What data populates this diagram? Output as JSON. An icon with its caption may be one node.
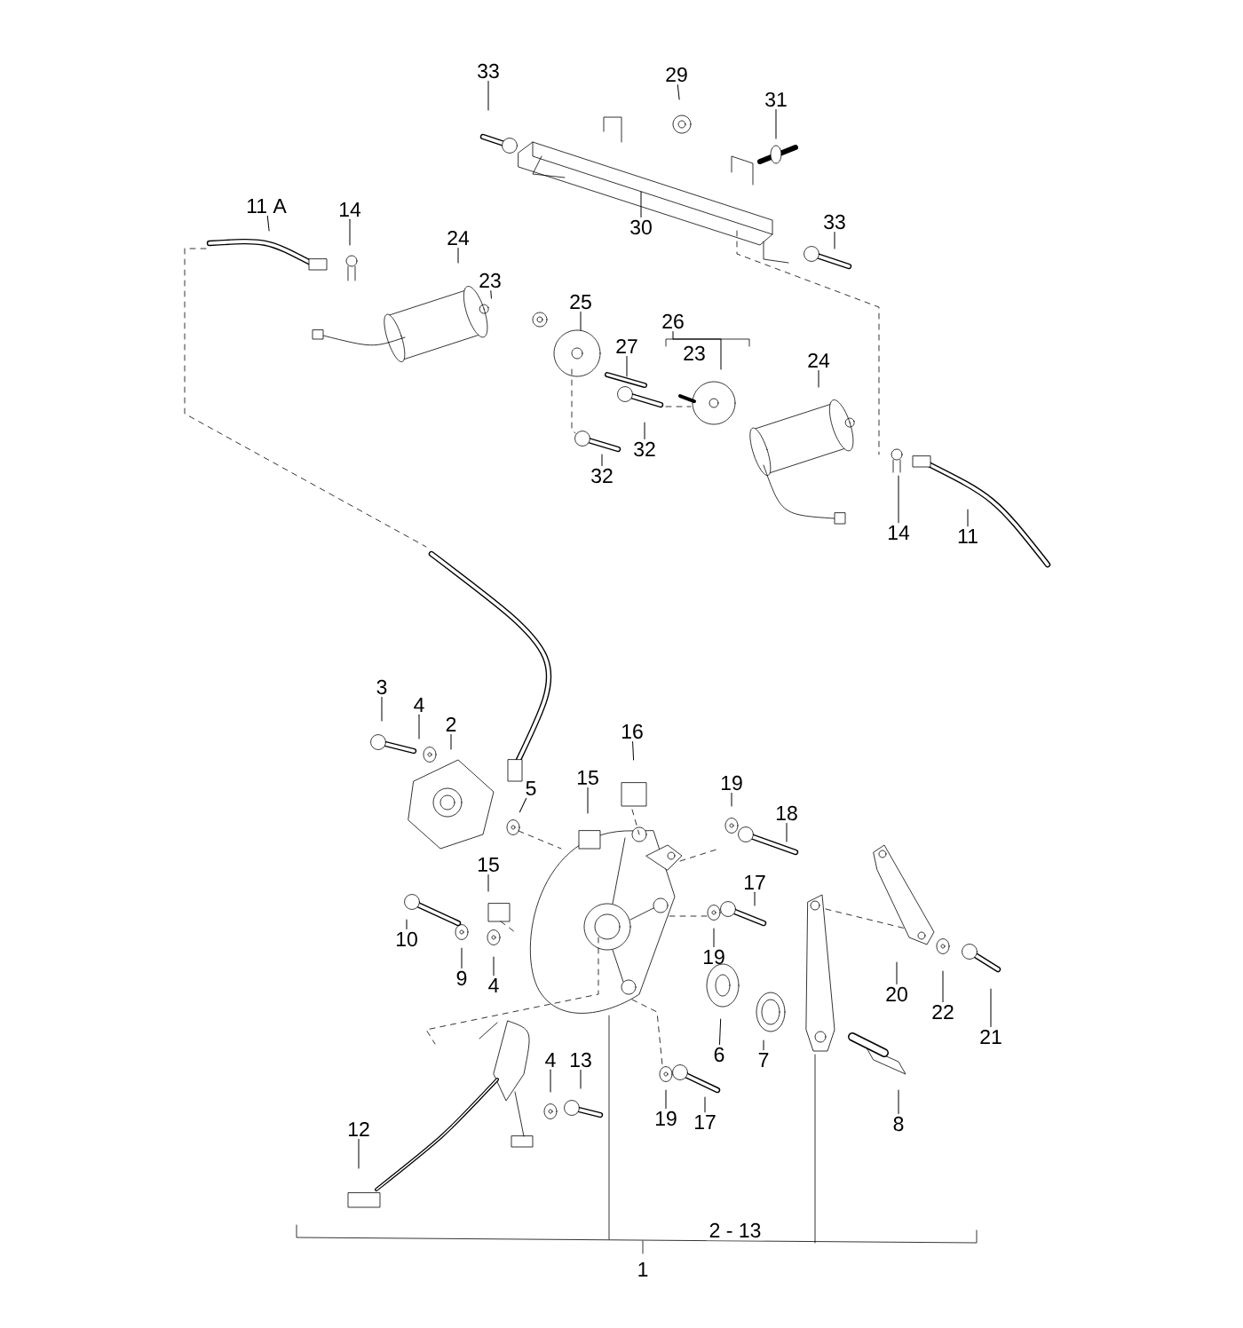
{
  "diagram": {
    "nodes": [
      {
        "text": [
          "33"
        ]
      },
      {
        "text": [
          "29"
        ]
      },
      {
        "text": [
          "31"
        ]
      },
      {
        "text": [
          "11 A"
        ]
      },
      {
        "text": [
          "14"
        ]
      },
      {
        "text": [
          "33"
        ]
      },
      {
        "text": [
          "30"
        ]
      },
      {
        "text": [
          "24"
        ]
      },
      {
        "text": [
          "23"
        ]
      },
      {
        "text": [
          "25"
        ]
      },
      {
        "text": [
          "26"
        ]
      },
      {
        "text": [
          "27"
        ]
      },
      {
        "text": [
          "24"
        ]
      },
      {
        "text": [
          "32"
        ]
      },
      {
        "text": [
          "32"
        ]
      },
      {
        "text": [
          "14"
        ]
      },
      {
        "text": [
          "11"
        ]
      },
      {
        "text": [
          "3"
        ]
      },
      {
        "text": [
          "4"
        ]
      },
      {
        "text": [
          "2"
        ]
      },
      {
        "text": [
          "16"
        ]
      },
      {
        "text": [
          "15"
        ]
      },
      {
        "text": [
          "19"
        ]
      },
      {
        "text": [
          "5"
        ]
      },
      {
        "text": [
          "18"
        ]
      },
      {
        "text": [
          "15"
        ]
      },
      {
        "text": [
          "17"
        ]
      },
      {
        "text": [
          "10"
        ]
      },
      {
        "text": [
          "19"
        ]
      },
      {
        "text": [
          "9"
        ]
      },
      {
        "text": [
          "4"
        ]
      },
      {
        "text": [
          "20"
        ]
      },
      {
        "text": [
          "22"
        ]
      },
      {
        "text": [
          "21"
        ]
      },
      {
        "text": [
          "6"
        ]
      },
      {
        "text": [
          "4"
        ]
      },
      {
        "text": [
          "13"
        ]
      },
      {
        "text": [
          "7"
        ]
      },
      {
        "text": [
          "19"
        ]
      },
      {
        "text": [
          "17"
        ]
      },
      {
        "text": [
          "8"
        ]
      },
      {
        "text": [
          "12"
        ]
      }
    ],
    "edges": [
      {
        "from": 0,
        "to": null,
        "arrow": "none"
      },
      {
        "from": 1,
        "to": null,
        "arrow": "none"
      },
      {
        "from": 2,
        "to": null,
        "arrow": "none"
      },
      {
        "from": 3,
        "to": null,
        "arrow": "none"
      },
      {
        "from": 4,
        "to": null,
        "arrow": "none"
      },
      {
        "from": 5,
        "to": null,
        "arrow": "none"
      },
      {
        "from": 6,
        "to": null,
        "arrow": "none"
      },
      {
        "from": 7,
        "to": null,
        "arrow": "none"
      },
      {
        "from": 8,
        "to": null,
        "arrow": "none"
      },
      {
        "from": 9,
        "to": null,
        "arrow": "none"
      },
      {
        "from": 10,
        "to": null,
        "arrow": "none"
      },
      {
        "from": 11,
        "to": null,
        "arrow": "none"
      },
      {
        "from": 12,
        "to": null,
        "arrow": "none"
      },
      {
        "from": 13,
        "to": null,
        "arrow": "none"
      },
      {
        "from": 14,
        "to": null,
        "arrow": "none"
      },
      {
        "from": 15,
        "to": null,
        "arrow": "none"
      },
      {
        "from": 16,
        "to": null,
        "arrow": "none"
      },
      {
        "from": 17,
        "to": null,
        "arrow": "none"
      },
      {
        "from": 18,
        "to": null,
        "arrow": "none"
      },
      {
        "from": 19,
        "to": null,
        "arrow": "none"
      },
      {
        "from": 20,
        "to": null,
        "arrow": "none"
      },
      {
        "from": 21,
        "to": null,
        "arrow": "none"
      },
      {
        "from": 22,
        "to": null,
        "arrow": "none"
      },
      {
        "from": 23,
        "to": null,
        "arrow": "none"
      },
      {
        "from": 24,
        "to": null,
        "arrow": "none"
      },
      {
        "from": 25,
        "to": null,
        "arrow": "none"
      },
      {
        "from": 26,
        "to": null,
        "arrow": "none"
      },
      {
        "from": 27,
        "to": null,
        "arrow": "none"
      },
      {
        "from": 28,
        "to": null,
        "arrow": "none"
      },
      {
        "from": 29,
        "to": null,
        "arrow": "none"
      },
      {
        "from": 30,
        "to": null,
        "arrow": "none"
      },
      {
        "from": 31,
        "to": null,
        "arrow": "none"
      },
      {
        "from": 32,
        "to": null,
        "arrow": "none"
      },
      {
        "from": 33,
        "to": null,
        "arrow": "none"
      },
      {
        "from": 34,
        "to": null,
        "arrow": "none"
      },
      {
        "from": 35,
        "to": null,
        "arrow": "none"
      },
      {
        "from": 36,
        "to": null,
        "arrow": "none"
      },
      {
        "from": 37,
        "to": null,
        "arrow": "none"
      },
      {
        "from": 38,
        "to": null,
        "arrow": "none"
      },
      {
        "from": 39,
        "to": null,
        "arrow": "none"
      },
      {
        "from": 40,
        "to": null,
        "arrow": "none"
      },
      {
        "from": 41,
        "to": null,
        "arrow": "none"
      }
    ],
    "labels": [
      "23",
      "2 - 13",
      "1"
    ]
  }
}
